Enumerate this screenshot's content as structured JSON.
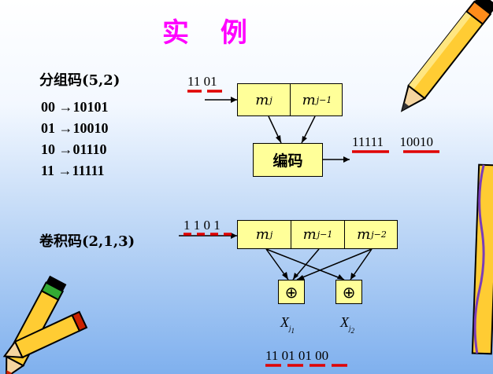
{
  "title": "实 例",
  "block_code": {
    "label": "分组码",
    "params": "(5,2)",
    "mappings": [
      {
        "input": "00",
        "output": "10101"
      },
      {
        "input": "01",
        "output": "10010"
      },
      {
        "input": "10",
        "output": "01110"
      },
      {
        "input": "11",
        "output": "11111"
      }
    ],
    "input_bits": [
      "11",
      "01"
    ],
    "register": [
      {
        "sym": "m",
        "sub": "j"
      },
      {
        "sym": "m",
        "sub": "j−1"
      }
    ],
    "encoder_label": "编码",
    "output_words": [
      "11111",
      "10010"
    ]
  },
  "conv_code": {
    "label": "卷积码",
    "params": "(2,1,3)",
    "input_bits": [
      "1",
      "1",
      "0",
      "1"
    ],
    "register": [
      {
        "sym": "m",
        "sub": "j"
      },
      {
        "sym": "m",
        "sub": "j−1"
      },
      {
        "sym": "m",
        "sub": "j−2"
      }
    ],
    "adder_symbol": "⊕",
    "outputs": [
      {
        "sym": "X",
        "sub": "j",
        "subsub": "1"
      },
      {
        "sym": "X",
        "sub": "j",
        "subsub": "2"
      }
    ],
    "output_bits": [
      "11",
      "01",
      "01",
      "00"
    ]
  },
  "colors": {
    "title": "#ff00ff",
    "underline": "#e00000",
    "box_fill": "#ffff99",
    "background_bottom": "#7fb0ee"
  },
  "decorations": [
    "pencil-icon-top-right",
    "pencil-icon-bottom-left",
    "pencil-icon-right-edge"
  ]
}
